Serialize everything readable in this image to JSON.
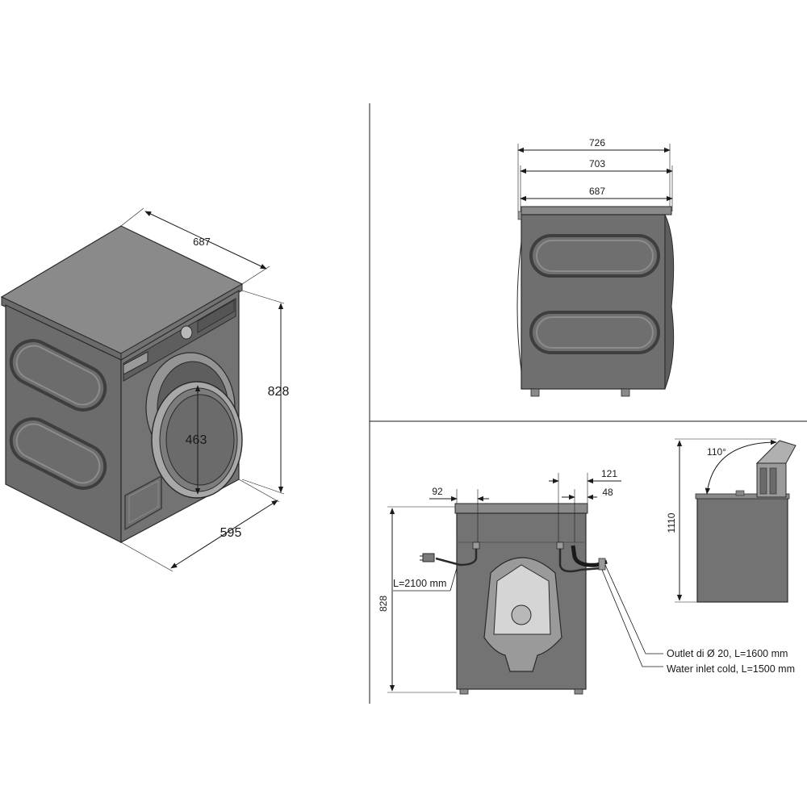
{
  "iso_view": {
    "width": "687",
    "height": "828",
    "depth": "595",
    "door_diameter": "463"
  },
  "top_view": {
    "total": "726",
    "mid": "703",
    "body": "687"
  },
  "rear_view": {
    "offset_left": "92",
    "offset_right_outer": "121",
    "offset_right_inner": "48",
    "height": "828",
    "cable_length": "L=2100 mm",
    "outlet": "Outlet di Ø 20, L=1600 mm",
    "inlet": "Water inlet cold, L=1500 mm"
  },
  "side_view": {
    "angle": "110°",
    "height_open": "1110"
  },
  "colors": {
    "body": "#6f6f6f",
    "body_dark": "#5a5a5a",
    "body_light": "#8a8a8a",
    "line": "#1a1a1a"
  }
}
